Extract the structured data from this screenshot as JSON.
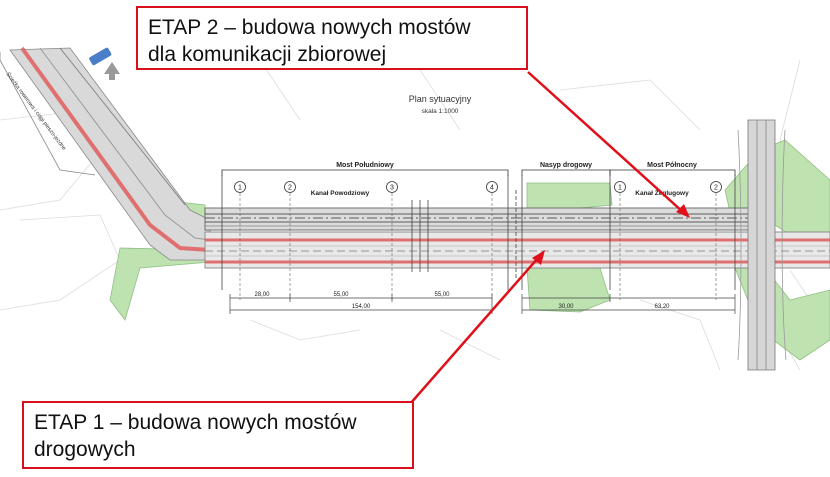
{
  "plan": {
    "title": "Plan sytuacyjny",
    "scale": "skala 1:1000",
    "side_label": "Ścieżka rowerowa i ciągi pieszo-jezdne"
  },
  "sections": {
    "south_bridge": "Most Południowy",
    "embankment": "Nasyp drogowy",
    "north_bridge": "Most Północny"
  },
  "channels": {
    "flood": "Kanał Powodziowy",
    "navigation": "Kanał Żeglugowy"
  },
  "supports": [
    "1",
    "2",
    "3",
    "4",
    "1",
    "2"
  ],
  "dimensions": {
    "span_a": "28,00",
    "span_b": "55,00",
    "span_c": "55,00",
    "south_total": "154,00",
    "embankment_len": "30,00",
    "north_total": "63,20"
  },
  "callouts": {
    "etap2_line1": "ETAP 2 – budowa nowych mostów",
    "etap2_line2": "dla komunikacji zbiorowej",
    "etap1_line1": "ETAP 1 – budowa nowych mostów",
    "etap1_line2": "drogowych"
  },
  "colors": {
    "road_red": "#d9534f",
    "green_area": "#bfe3b0",
    "callout_border": "#d8101c",
    "arrow": "#e0101a"
  }
}
